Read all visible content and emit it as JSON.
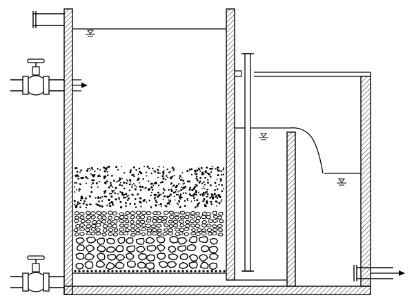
{
  "diagram": {
    "description_text": "",
    "elements": {
      "left_tank": "filter-tank",
      "right_tank": "clear-water-tank",
      "media_layers": [
        "sand-layer",
        "fine-gravel-layer",
        "coarse-gravel-layer"
      ],
      "pipes": [
        "top-inlet-pipe",
        "valve-inlet-pipe",
        "bottom-outlet-pipe",
        "right-outlet-pipe"
      ],
      "valves": [
        "upper-valve",
        "lower-valve"
      ],
      "markers": [
        "water-level-left",
        "water-level-middle",
        "water-level-right"
      ]
    },
    "colors": {
      "line": "#000000",
      "background": "#ffffff"
    }
  }
}
